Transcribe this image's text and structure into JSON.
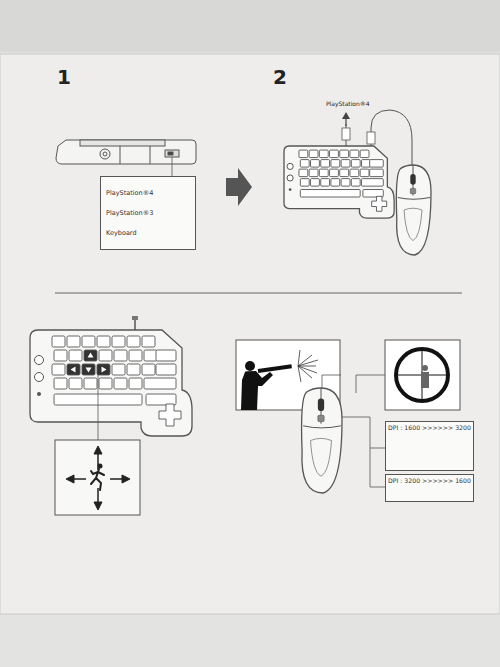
{
  "diagram": {
    "nodes": [
      {
        "text": [
          "PlayStation®4",
          "PlayStation®3",
          "Keyboard"
        ]
      },
      {
        "text": [
          "DPI : 1600 >>>>>> 3200"
        ]
      },
      {
        "text": [
          "DPI : 3200 >>>>>> 1600"
        ]
      }
    ],
    "labels": [
      "1",
      "2",
      "PlayStation®4"
    ]
  }
}
